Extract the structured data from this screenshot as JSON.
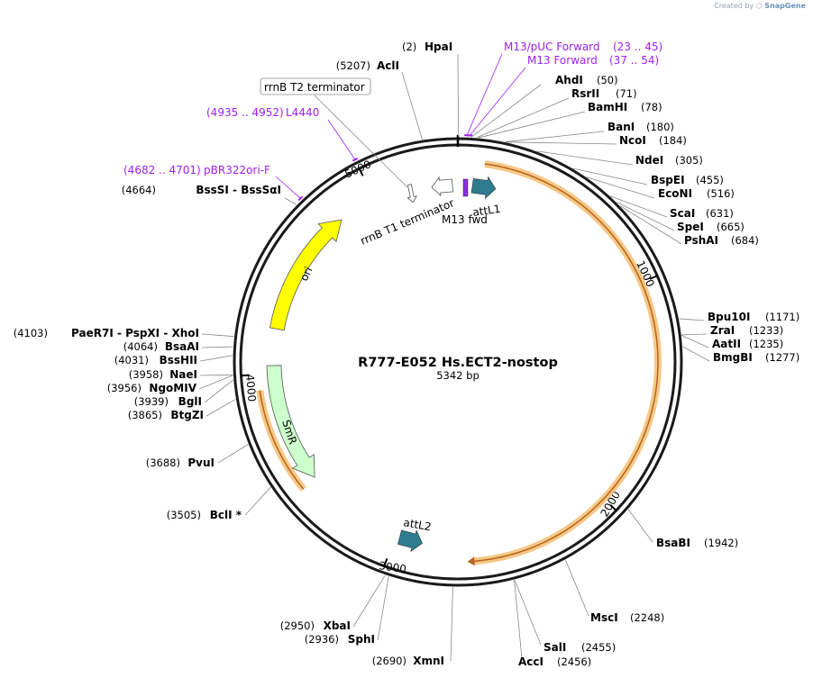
{
  "credit": {
    "prefix": "Created by",
    "brand": "SnapGene"
  },
  "plasmid": {
    "name": "R777-E052 Hs.ECT2-nostop",
    "length": "5342 bp"
  },
  "ticks": [
    "1000",
    "2000",
    "3000",
    "4000",
    "5000"
  ],
  "sites_right": [
    {
      "name": "HpaI",
      "pos": "(2)"
    },
    {
      "name": "AhdI",
      "pos": "(50)"
    },
    {
      "name": "RsrII",
      "pos": "(71)"
    },
    {
      "name": "BamHI",
      "pos": "(78)"
    },
    {
      "name": "BanI",
      "pos": "(180)"
    },
    {
      "name": "NcoI",
      "pos": "(184)"
    },
    {
      "name": "NdeI",
      "pos": "(305)"
    },
    {
      "name": "BspEI",
      "pos": "(455)"
    },
    {
      "name": "EcoNI",
      "pos": "(516)"
    },
    {
      "name": "ScaI",
      "pos": "(631)"
    },
    {
      "name": "SpeI",
      "pos": "(665)"
    },
    {
      "name": "PshAI",
      "pos": "(684)"
    },
    {
      "name": "Bpu10I",
      "pos": "(1171)"
    },
    {
      "name": "ZraI",
      "pos": "(1233)"
    },
    {
      "name": "AatII",
      "pos": "(1235)"
    },
    {
      "name": "BmgBI",
      "pos": "(1277)"
    },
    {
      "name": "BsaBI",
      "pos": "(1942)"
    },
    {
      "name": "MscI",
      "pos": "(2248)"
    },
    {
      "name": "SalI",
      "pos": "(2455)"
    },
    {
      "name": "AccI",
      "pos": "(2456)"
    }
  ],
  "sites_left": [
    {
      "name": "AclI",
      "pos": "(5207)"
    },
    {
      "name": "BssSI - BssSαI",
      "pos": "(4664)"
    },
    {
      "name": "PaeR7I - PspXI - XhoI",
      "pos": "(4103)"
    },
    {
      "name": "BsaAI",
      "pos": "(4064)"
    },
    {
      "name": "BssHII",
      "pos": "(4031)"
    },
    {
      "name": "NaeI",
      "pos": "(3958)"
    },
    {
      "name": "NgoMIV",
      "pos": "(3956)"
    },
    {
      "name": "BglI",
      "pos": "(3939)"
    },
    {
      "name": "BtgZI",
      "pos": "(3865)"
    },
    {
      "name": "PvuI",
      "pos": "(3688)"
    },
    {
      "name": "BclI *",
      "pos": "(3505)"
    },
    {
      "name": "XbaI",
      "pos": "(2950)"
    },
    {
      "name": "SphI",
      "pos": "(2936)"
    },
    {
      "name": "XmnI",
      "pos": "(2690)"
    }
  ],
  "primers": [
    {
      "name": "M13/pUC Forward",
      "pos": "(23 .. 45)"
    },
    {
      "name": "M13 Forward",
      "pos": "(37 .. 54)"
    },
    {
      "name": "L4440",
      "pos": "(4935 .. 4952)"
    },
    {
      "name": "pBR322ori-F",
      "pos": "(4682 .. 4701)"
    }
  ],
  "features": {
    "rrnB_T2": "rrnB T2 terminator",
    "rrnB_T1": "rrnB T1 terminator",
    "m13fwd": "M13 fwd",
    "attL1": "attL1",
    "attL2": "attL2",
    "ori": "ori",
    "SmR": "SmR"
  },
  "colors": {
    "backbone": "#1a1a1a",
    "ori": "#ffff00",
    "SmR": "#ccffcc",
    "att": "#2e7d8f",
    "orf_glow": "#f5c27a",
    "orf_line": "#b5651d",
    "primer": "#a020f0"
  }
}
